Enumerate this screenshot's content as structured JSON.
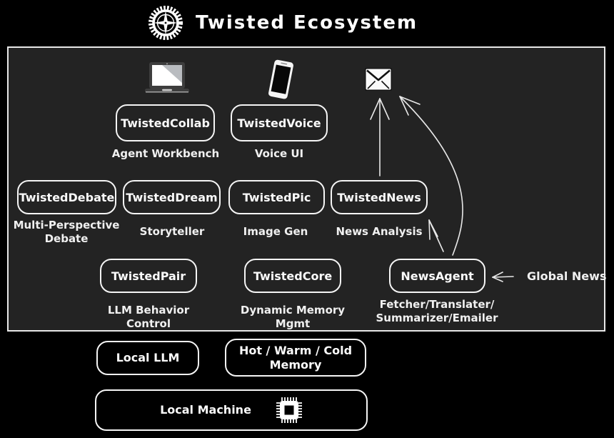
{
  "header": {
    "title": "Twisted Ecosystem",
    "logo": "gear-compass-icon"
  },
  "colors": {
    "background": "#000000",
    "panel_background": "#232323",
    "panel_border": "#e8e8e8",
    "box_border": "#f5f5f5",
    "text": "#f2f2f2",
    "arrow": "#e8e8e8"
  },
  "ecosystem": {
    "icons": [
      "laptop-icon",
      "smartphone-icon",
      "email-icon"
    ],
    "nodes": [
      {
        "label": "TwistedCollab",
        "caption": "Agent Workbench",
        "icon": "laptop-icon"
      },
      {
        "label": "TwistedVoice",
        "caption": "Voice UI",
        "icon": "smartphone-icon"
      },
      {
        "label": "TwistedDebate",
        "caption": "Multi-Perspective\nDebate"
      },
      {
        "label": "TwistedDream",
        "caption": "Storyteller"
      },
      {
        "label": "TwistedPic",
        "caption": "Image Gen"
      },
      {
        "label": "TwistedNews",
        "caption": "News Analysis"
      },
      {
        "label": "TwistedPair",
        "caption": "LLM Behavior Control"
      },
      {
        "label": "TwistedCore",
        "caption": "Dynamic Memory Mgmt"
      },
      {
        "label": "NewsAgent",
        "caption": "Fetcher/Translater/\nSummarizer/Emailer"
      }
    ],
    "annotations": [
      {
        "text": "Global News"
      }
    ],
    "edges": [
      {
        "from": "TwistedNews",
        "to": "email-icon"
      },
      {
        "from": "NewsAgent",
        "to": "email-icon"
      },
      {
        "from": "NewsAgent",
        "to": "TwistedNews"
      },
      {
        "from": "Global News",
        "to": "NewsAgent"
      }
    ]
  },
  "infrastructure": {
    "boxes": [
      {
        "label": "Local LLM"
      },
      {
        "label": "Hot / Warm / Cold\nMemory"
      },
      {
        "label": "Local Machine",
        "icon": "cpu-chip-icon"
      }
    ]
  }
}
